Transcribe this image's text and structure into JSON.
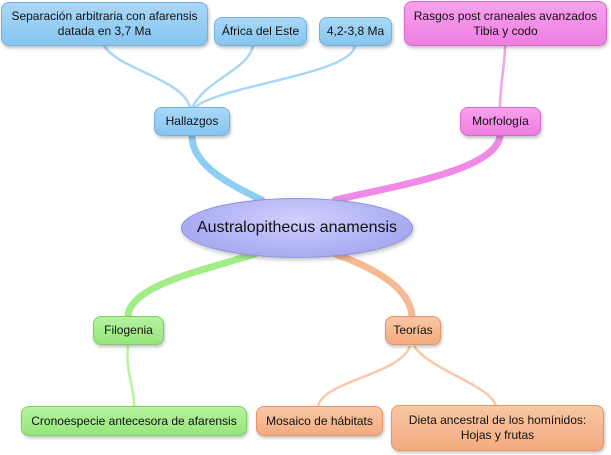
{
  "central": {
    "label": "Australopithecus anamensis"
  },
  "hallazgos": {
    "label": "Hallazgos",
    "children": [
      "Separación arbitraria con afarensis\ndatada en 3,7 Ma",
      "África del Este",
      "4,2-3,8 Ma"
    ]
  },
  "morfologia": {
    "label": "Morfología",
    "children": [
      "Rasgos post craneales avanzados\nTibia y codo"
    ]
  },
  "filogenia": {
    "label": "Filogenia",
    "children": [
      "Cronoespecie antecesora de afarensis"
    ]
  },
  "teorias": {
    "label": "Teorías",
    "children": [
      "Mosaico de hábitats",
      "Dieta ancestral de los homínidos:\nHojas y frutas"
    ]
  },
  "colors": {
    "blue": "#86c5ef",
    "pink": "#ee7ee1",
    "green": "#96e57c",
    "orange": "#f3ab80",
    "central": "#aeb0f4"
  }
}
